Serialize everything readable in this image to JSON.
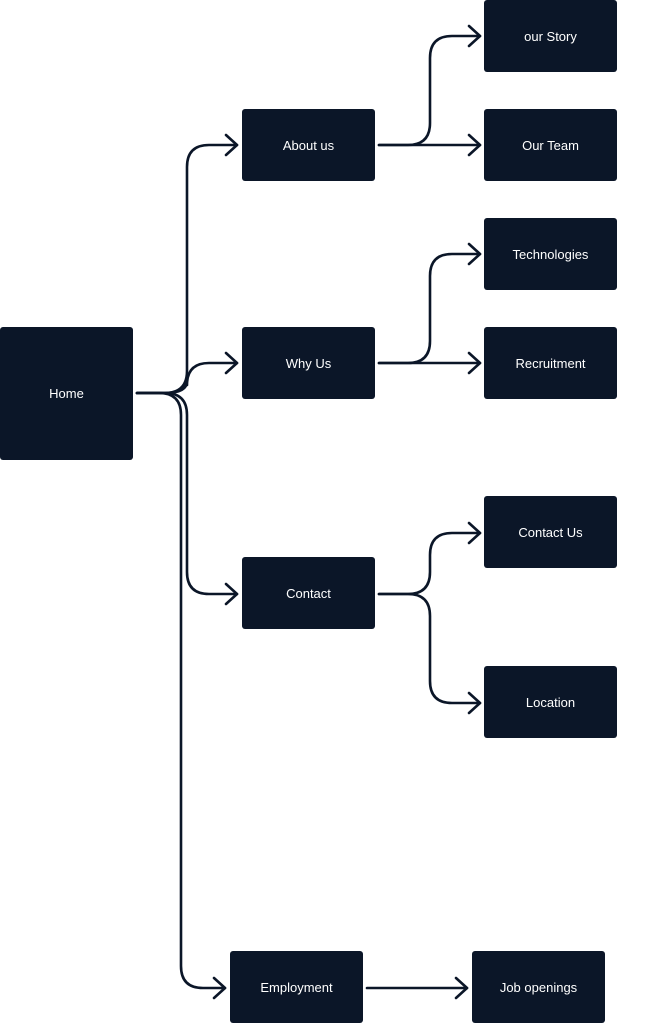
{
  "colors": {
    "node_fill": "#0b1628",
    "node_text": "#ffffff",
    "connector": "#0b1628",
    "background": "#ffffff"
  },
  "nodes": {
    "home": "Home",
    "about_us": "About us",
    "why_us": "Why Us",
    "contact": "Contact",
    "employment": "Employment",
    "our_story": "our Story",
    "our_team": "Our Team",
    "technologies": "Technologies",
    "recruitment": "Recruitment",
    "contact_us": "Contact Us",
    "location": "Location",
    "job_openings": "Job openings"
  },
  "edges": [
    [
      "home",
      "about_us"
    ],
    [
      "home",
      "why_us"
    ],
    [
      "home",
      "contact"
    ],
    [
      "home",
      "employment"
    ],
    [
      "about_us",
      "our_story"
    ],
    [
      "about_us",
      "our_team"
    ],
    [
      "why_us",
      "technologies"
    ],
    [
      "why_us",
      "recruitment"
    ],
    [
      "contact",
      "contact_us"
    ],
    [
      "contact",
      "location"
    ],
    [
      "employment",
      "job_openings"
    ]
  ]
}
